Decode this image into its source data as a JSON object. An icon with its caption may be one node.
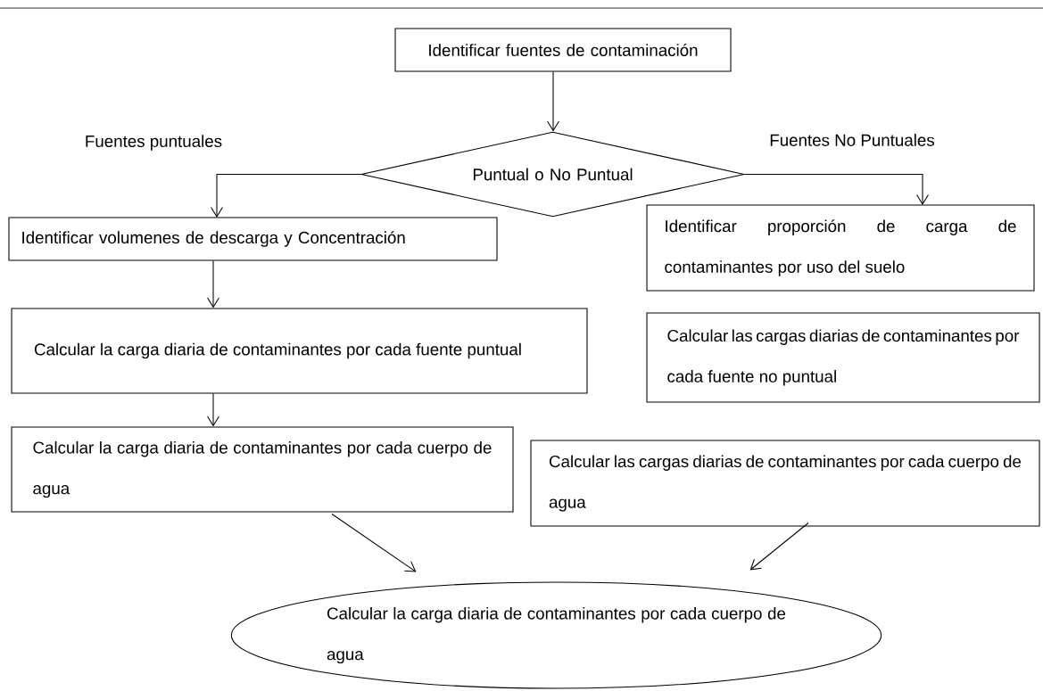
{
  "diagram": {
    "nodes": [
      {
        "text": [
          "Identificar fuentes de contaminación"
        ]
      },
      {
        "text": [
          "Puntual o No Puntual"
        ]
      },
      {
        "text": [
          "Identificar volumenes de descarga y Concentración"
        ]
      },
      {
        "text": [
          "Identificar proporción de carga de contaminantes por uso del suelo"
        ]
      },
      {
        "text": [
          "Calcular la carga diaria de contaminantes por cada fuente puntual"
        ]
      },
      {
        "text": [
          "Calcular las cargas diarias de contaminantes por cada fuente no puntual"
        ]
      },
      {
        "text": [
          "Calcular la carga diaria de contaminantes por cada cuerpo de agua"
        ]
      },
      {
        "text": [
          "Calcular las cargas diarias de contaminantes por cada cuerpo de agua"
        ]
      },
      {
        "text": [
          "Calcular la carga diaria de contaminantes por cada cuerpo de agua"
        ]
      }
    ],
    "edges": [
      {
        "from": 0,
        "to": 1,
        "arrow": "to"
      },
      {
        "from": 1,
        "to": 2,
        "arrow": "to",
        "label": "Fuentes puntuales"
      },
      {
        "from": 1,
        "to": 3,
        "arrow": "to",
        "label": "Fuentes No Puntuales"
      },
      {
        "from": 2,
        "to": 4,
        "arrow": "to"
      },
      {
        "from": 4,
        "to": 6,
        "arrow": "to"
      },
      {
        "from": 6,
        "to": 8,
        "arrow": "to"
      },
      {
        "from": 7,
        "to": 8,
        "arrow": "to"
      }
    ]
  }
}
